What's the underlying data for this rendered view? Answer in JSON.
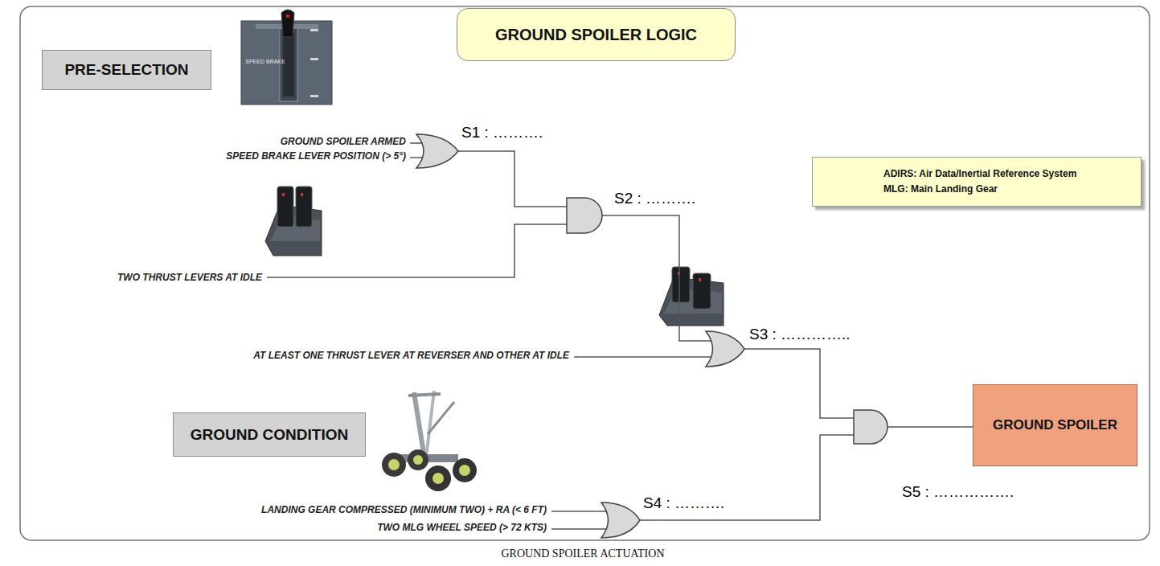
{
  "diagram": {
    "caption": "GROUND SPOILER ACTUATION",
    "nodes": [
      {
        "text": [
          "GROUND SPOILER LOGIC"
        ]
      },
      {
        "text": [
          "PRE-SELECTION"
        ]
      },
      {
        "text": [
          "ADIRS: Air Data/Inertial Reference System",
          "MLG: Main Landing Gear"
        ]
      },
      {
        "text": [
          "GROUND CONDITION"
        ]
      },
      {
        "text": [
          "GROUND SPOILER"
        ]
      }
    ],
    "labels": [
      "SPEED BRAKE",
      "GROUND SPOILER ARMED",
      "SPEED BRAKE LEVER POSITION (> 5°)",
      "S1 : ……….",
      "S2 : ……….",
      "TWO THRUST LEVERS AT IDLE",
      "AT LEAST ONE THRUST LEVER AT REVERSER AND OTHER AT IDLE",
      "S3 : …………..",
      "LANDING GEAR COMPRESSED (MINIMUM TWO) + RA (< 6 FT)",
      "TWO MLG WHEEL SPEED (> 72 KTS)",
      "S4 : ……….",
      "S5 : ……………."
    ]
  }
}
